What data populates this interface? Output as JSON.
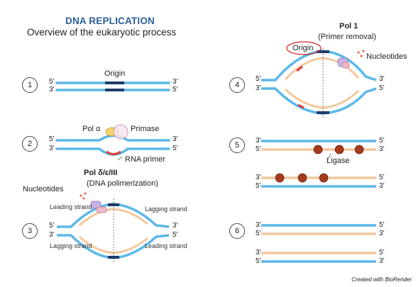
{
  "title": "DNA REPLICATION",
  "subtitle": "Overview of the eukaryotic process",
  "credit": "Created with BioRender",
  "colors": {
    "parental_strand": "#5cb8e8",
    "new_strand": "#f4c79c",
    "origin_mark": "#1f3b66",
    "primer": "#d94040",
    "ligase": "#a63a1c",
    "title": "#2a5f98",
    "annotation_circle": "#d42020"
  },
  "end_labels": {
    "five": "5'",
    "three": "3'"
  },
  "steps": {
    "s1": {
      "num": "1",
      "origin": "Origin"
    },
    "s2": {
      "num": "2",
      "pol_alpha": "Pol α",
      "primase": "Primase",
      "rna_primer": "RNA primer"
    },
    "s3": {
      "num": "3",
      "pol_delta": "Pol δ/ε/III",
      "pol_delta_sub": "(DNA polimerization)",
      "nucleotides": "Nucleotides",
      "leading_tl": "Leading strand",
      "lagging_tr": "Lagging strand",
      "lagging_bl": "Lagging strand",
      "leading_br": "Leading strand"
    },
    "s4": {
      "num": "4",
      "pol1": "Pol 1",
      "pol1_sub": "(Primer removal)",
      "origin": "Origin",
      "nucleotides": "Nucleotides"
    },
    "s5": {
      "num": "5",
      "ligase": "Ligase"
    },
    "s6": {
      "num": "6"
    }
  }
}
